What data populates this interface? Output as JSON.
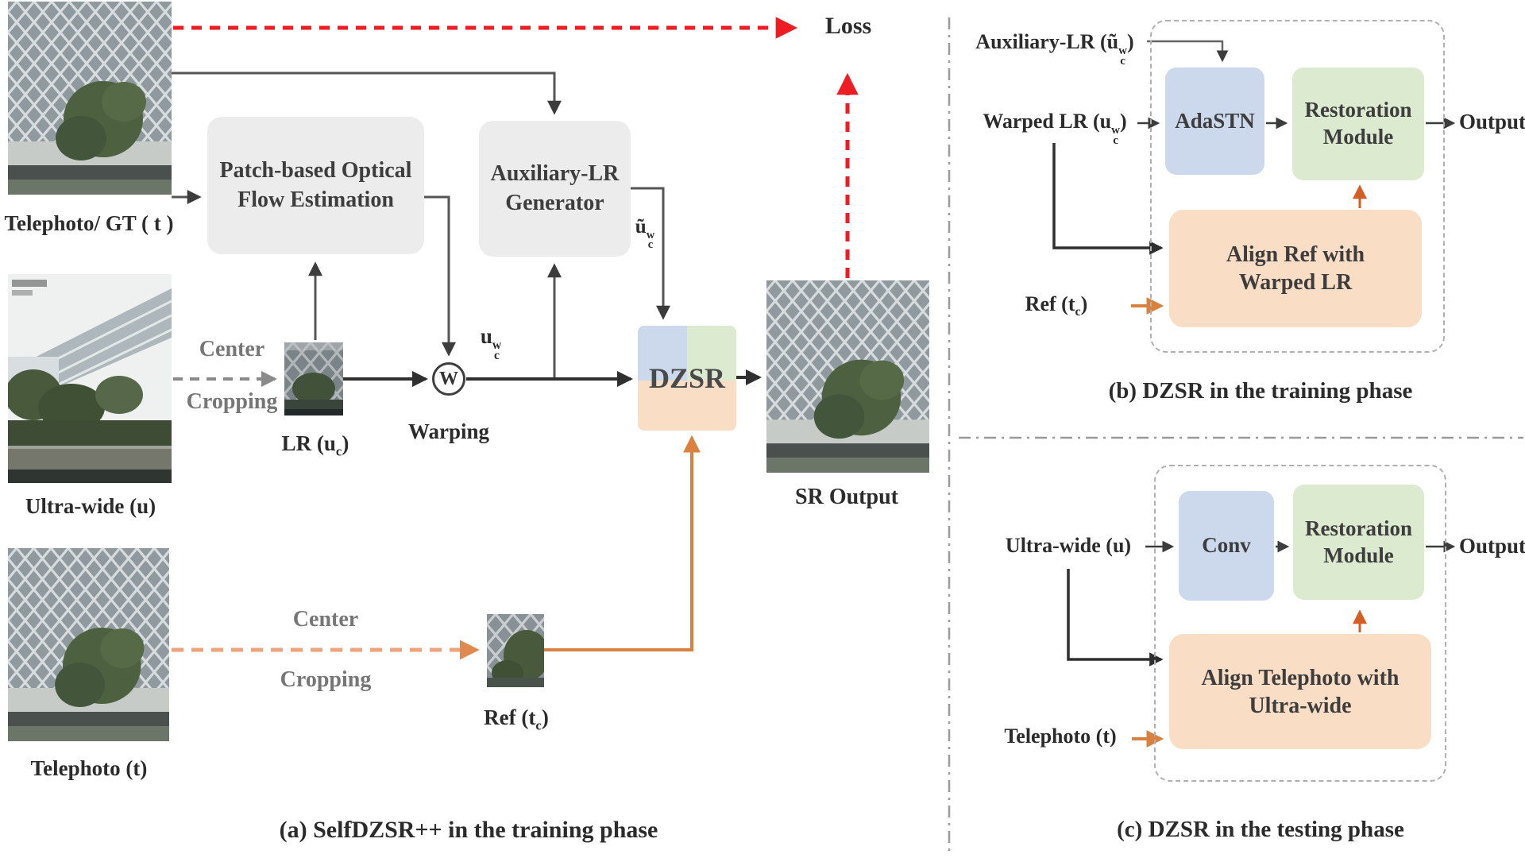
{
  "colors": {
    "loss_red": "#ee1d23",
    "orange_solid": "#d9813f",
    "orange_dashed": "#eda47d",
    "orange_dark": "#d35f27",
    "box_gray": "#ececec",
    "box_blue": "#ccd9ec",
    "box_green": "#dcebcf",
    "box_peach": "#f9ddc4"
  },
  "panel_a": {
    "caption": "(a) SelfDZSR++ in the training phase",
    "loss_label": "Loss",
    "warping_label": "Warping",
    "warping_symbol": "W",
    "center_cropping_line1": "Center",
    "center_cropping_line2": "Cropping",
    "patch_box_line1": "Patch-based Optical",
    "patch_box_line2": "Flow Estimation",
    "aux_box_line1": "Auxiliary-LR",
    "aux_box_line2": "Generator",
    "dzsr_box": "DZSR",
    "sr_output_label": "SR Output",
    "telephoto_gt": {
      "pre": "Telephoto/ GT ( ",
      "base": "t",
      "post": " )"
    },
    "ultra_wide": {
      "pre": "Ultra-wide (",
      "base": "u",
      "post": ")"
    },
    "telephoto": {
      "pre": "Telephoto (",
      "base": "t",
      "post": ")"
    },
    "lr": {
      "pre": "LR (",
      "base": "u",
      "sub": "c",
      "post": ")"
    },
    "ref": {
      "pre": "Ref (",
      "base": "t",
      "sub": "c",
      "post": ")"
    },
    "ucw": {
      "base": "u",
      "sup": "w",
      "sub": "c"
    },
    "aux_ucw": {
      "base": "ũ",
      "sup": "w",
      "sub": "c"
    }
  },
  "panel_b": {
    "caption": "(b) DZSR in the training phase",
    "aux_lr_input": {
      "pre": "Auxiliary-LR (",
      "base": "ũ",
      "sup": "w",
      "sub": "c",
      "post": ")"
    },
    "warped_lr_input": {
      "pre": "Warped LR (",
      "base": "u",
      "sup": "w",
      "sub": "c",
      "post": ")"
    },
    "ref_input": {
      "pre": "Ref (",
      "base": "t",
      "sub": "c",
      "post": ")"
    },
    "adastn_box": "AdaSTN",
    "restoration_line1": "Restoration",
    "restoration_line2": "Module",
    "align_line1": "Align Ref with",
    "align_line2": "Warped LR",
    "output_label": "Output"
  },
  "panel_c": {
    "caption": "(c) DZSR in the testing phase",
    "ultra_wide_input": {
      "pre": "Ultra-wide (",
      "base": "u",
      "post": ")"
    },
    "telephoto_input": {
      "pre": "Telephoto (",
      "base": "t",
      "post": ")"
    },
    "conv_box": "Conv",
    "restoration_line1": "Restoration",
    "restoration_line2": "Module",
    "align_line1": "Align Telephoto with",
    "align_line2": "Ultra-wide",
    "output_label": "Output"
  }
}
